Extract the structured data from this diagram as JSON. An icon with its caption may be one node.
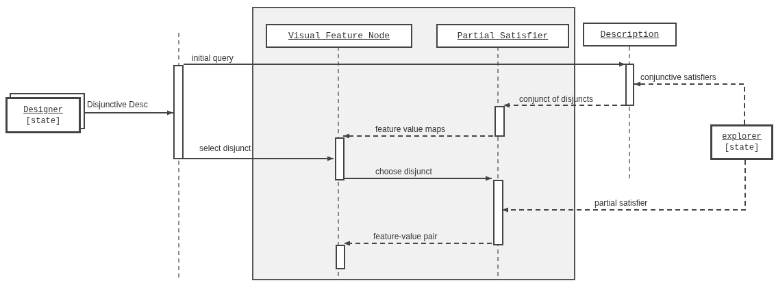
{
  "diagram": {
    "nodes": [
      {
        "text": [],
        "shape": "box"
      },
      {
        "text": [
          "Visual Feature Node"
        ],
        "in": 0
      },
      {
        "text": [
          "Partial Satisfier"
        ],
        "in": 0
      },
      {
        "text": [
          "Description"
        ]
      },
      {
        "text": [
          "Designer",
          "[state]"
        ]
      },
      {
        "text": [
          "explorer",
          "[state]"
        ]
      },
      {
        "text": [],
        "shape": "bar"
      },
      {
        "text": [],
        "shape": "bar"
      },
      {
        "text": [],
        "shape": "bar",
        "in": 0
      },
      {
        "text": [],
        "shape": "bar",
        "in": 0
      },
      {
        "text": [],
        "shape": "bar",
        "in": 0
      },
      {
        "text": [],
        "shape": "bar",
        "in": 0
      }
    ],
    "edges": [
      {
        "from": 4,
        "to": 6,
        "arrow": "to",
        "label": "Disjunctive Desc"
      },
      {
        "from": 6,
        "to": 7,
        "arrow": "to",
        "label": "initial query"
      },
      {
        "from": 5,
        "to": 7,
        "arrow": "to",
        "label": "conjunctive satisfiers",
        "style": "dashed"
      },
      {
        "from": 7,
        "to": 8,
        "arrow": "to",
        "label": "conjunct of disjuncts",
        "style": "dashed"
      },
      {
        "from": 8,
        "to": 9,
        "arrow": "to",
        "label": "feature value maps",
        "style": "dashed"
      },
      {
        "from": 6,
        "to": 9,
        "arrow": "to",
        "label": "select disjunct"
      },
      {
        "from": 9,
        "to": 10,
        "arrow": "to",
        "label": "choose disjunct"
      },
      {
        "from": 5,
        "to": 10,
        "arrow": "to",
        "label": "partial satisfier",
        "style": "dashed"
      },
      {
        "from": 10,
        "to": 11,
        "arrow": "to",
        "label": "feature-value pair",
        "style": "dashed"
      }
    ]
  }
}
